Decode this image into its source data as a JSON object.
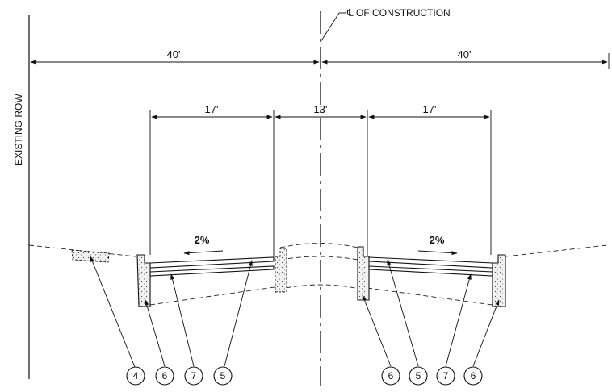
{
  "centerline_note": "℄ OF CONSTRUCTION",
  "row_label": "EXISTING ROW",
  "dimensions": {
    "left_half": "40'",
    "right_half": "40'",
    "left_lane": "17'",
    "median": "13'",
    "right_lane": "17'"
  },
  "slopes": {
    "left": "2%",
    "right": "2%"
  },
  "callouts": {
    "left": [
      "4",
      "6",
      "7",
      "5"
    ],
    "right": [
      "6",
      "5",
      "7",
      "6"
    ]
  }
}
